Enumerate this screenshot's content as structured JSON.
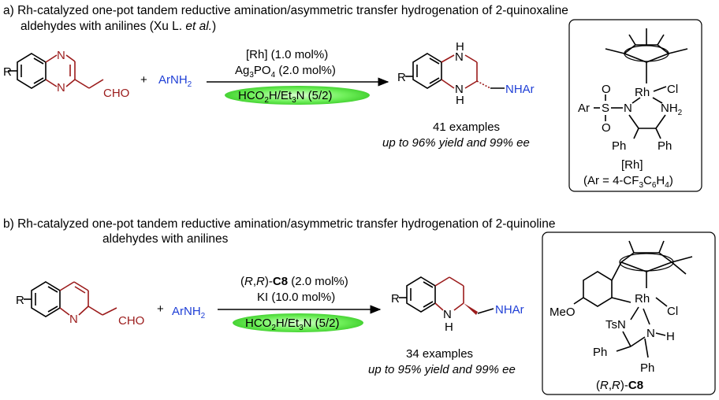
{
  "section_a": {
    "title_line1": "a) Rh-catalyzed one-pot tandem reductive amination/asymmetric transfer hydrogenation of 2-quinoxaline",
    "title_line2_pre": "aldehydes with anilines (Xu L. ",
    "title_line2_em": "et al.",
    "title_line2_post": ")",
    "R": "R",
    "N": "N",
    "CHO": "CHO",
    "plus": "+",
    "amine": "ArNH",
    "amine_sub": "2",
    "cond1": "[Rh] (1.0 mol%)",
    "cond2_pre": "Ag",
    "cond2_sub1": "3",
    "cond2_mid": "PO",
    "cond2_sub2": "4",
    "cond2_post": " (2.0 mol%)",
    "pill_pre": "HCO",
    "pill_sub1": "2",
    "pill_mid": "H/Et",
    "pill_sub2": "3",
    "pill_post": "N (5/2)",
    "product_H": "H",
    "product_N": "N",
    "product_NHAr": "NHAr",
    "examples": "41 examples",
    "yield": "up to 96% yield and 99% ee",
    "catalyst": {
      "Rh": "Rh",
      "Cl": "Cl",
      "Ar": "Ar",
      "S": "S",
      "O": "O",
      "N": "N",
      "NH": "NH",
      "NH_sub": "2",
      "Ph": "Ph",
      "label": "[Rh]",
      "ar_def_pre": "(Ar = 4-CF",
      "ar_def_sub1": "3",
      "ar_def_mid": "C",
      "ar_def_sub2": "6",
      "ar_def_mid2": "H",
      "ar_def_sub3": "4",
      "ar_def_post": ")"
    }
  },
  "section_b": {
    "title_line1": "b) Rh-catalyzed one-pot tandem reductive amination/asymmetric transfer hydrogenation of 2-quinoline",
    "title_line2": "aldehydes with anilines",
    "R": "R",
    "N": "N",
    "CHO": "CHO",
    "plus": "+",
    "amine": "ArNH",
    "amine_sub": "2",
    "cond1_pre": "(",
    "cond1_R1": "R",
    "cond1_comma": ",",
    "cond1_R2": "R",
    "cond1_mid": ")-",
    "cond1_bold": "C8",
    "cond1_post": " (2.0 mol%)",
    "cond2": "KI (10.0 mol%)",
    "pill_pre": "HCO",
    "pill_sub1": "2",
    "pill_mid": "H/Et",
    "pill_sub2": "3",
    "pill_post": "N (5/2)",
    "product_N": "N",
    "product_H": "H",
    "product_NHAr": "NHAr",
    "examples": "34 examples",
    "yield": "up to 95% yield and 99% ee",
    "catalyst": {
      "MeO": "MeO",
      "Rh": "Rh",
      "Cl": "Cl",
      "TsN": "TsN",
      "N": "N",
      "H": "H",
      "Ph": "Ph",
      "label_pre": "(",
      "label_R1": "R",
      "label_comma": ",",
      "label_R2": "R",
      "label_mid": ")-",
      "label_bold": "C8"
    }
  },
  "colors": {
    "reactant_red": "#9b1b1b",
    "reagent_blue": "#1f3fd6",
    "pill_green": "#3ee22a"
  }
}
